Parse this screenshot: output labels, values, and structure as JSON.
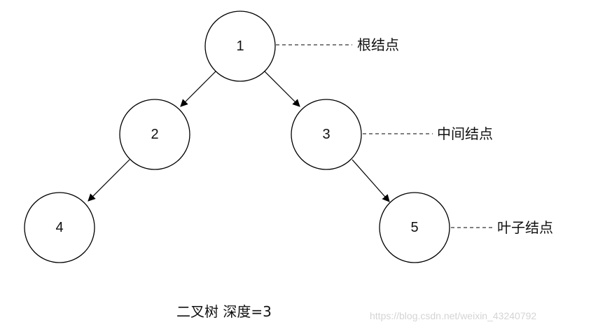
{
  "nodes": [
    {
      "id": "n1",
      "label": "1"
    },
    {
      "id": "n2",
      "label": "2"
    },
    {
      "id": "n3",
      "label": "3"
    },
    {
      "id": "n4",
      "label": "4"
    },
    {
      "id": "n5",
      "label": "5"
    }
  ],
  "edges": [
    {
      "from": "n1",
      "to": "n2"
    },
    {
      "from": "n1",
      "to": "n3"
    },
    {
      "from": "n2",
      "to": "n4"
    },
    {
      "from": "n3",
      "to": "n5"
    }
  ],
  "annotations": {
    "root": "根结点",
    "internal": "中间结点",
    "leaf": "叶子结点"
  },
  "caption": "二叉树 深度=3",
  "watermark": "https://blog.csdn.net/weixin_43240792",
  "colors": {
    "stroke": "#000000",
    "text": "#111111",
    "watermark": "#d4d4d4"
  }
}
